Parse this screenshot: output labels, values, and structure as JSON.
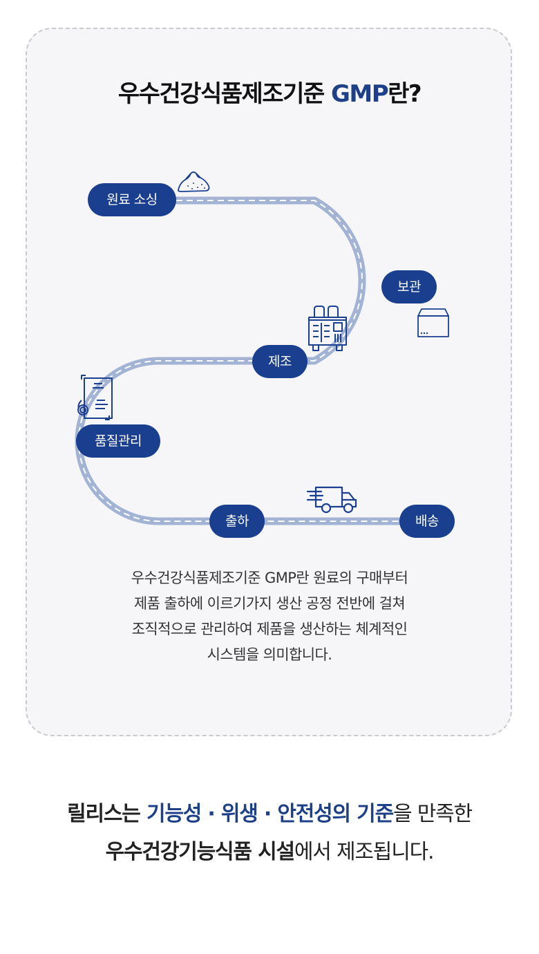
{
  "card": {
    "title_prefix": "우수건강식품제조기준 ",
    "title_accent": "GMP",
    "title_suffix": "란?",
    "steps": [
      {
        "label": "원료 소싱",
        "icon": "powder-pile-icon"
      },
      {
        "label": "보관",
        "icon": "storage-box-icon"
      },
      {
        "label": "제조",
        "icon": "manufacturing-machine-icon"
      },
      {
        "label": "품질관리",
        "icon": "certificate-document-icon"
      },
      {
        "label": "출하",
        "icon": "delivery-truck-icon"
      },
      {
        "label": "배송",
        "icon": null
      }
    ],
    "description_lines": [
      "우수건강식품제조기준 GMP란 원료의 구매부터",
      "제품 출하에 이르기가지 생산 공정 전반에 걸쳐",
      "조직적으로 관리하여 제품을 생산하는 체계적인",
      "시스템을 의미합니다."
    ]
  },
  "footer": {
    "line1": {
      "bold": "릴리스는 ",
      "accent": "기능성 · 위생 · 안전성의 기준",
      "normal": "을 만족한"
    },
    "line2": {
      "bold": "우수건강기능식품 시설",
      "normal": "에서 제조됩니다."
    }
  },
  "colors": {
    "accent": "#1d4088",
    "pill": "#1a3f8e",
    "road": "#a3b3d4",
    "card_bg": "#f6f6f9"
  }
}
